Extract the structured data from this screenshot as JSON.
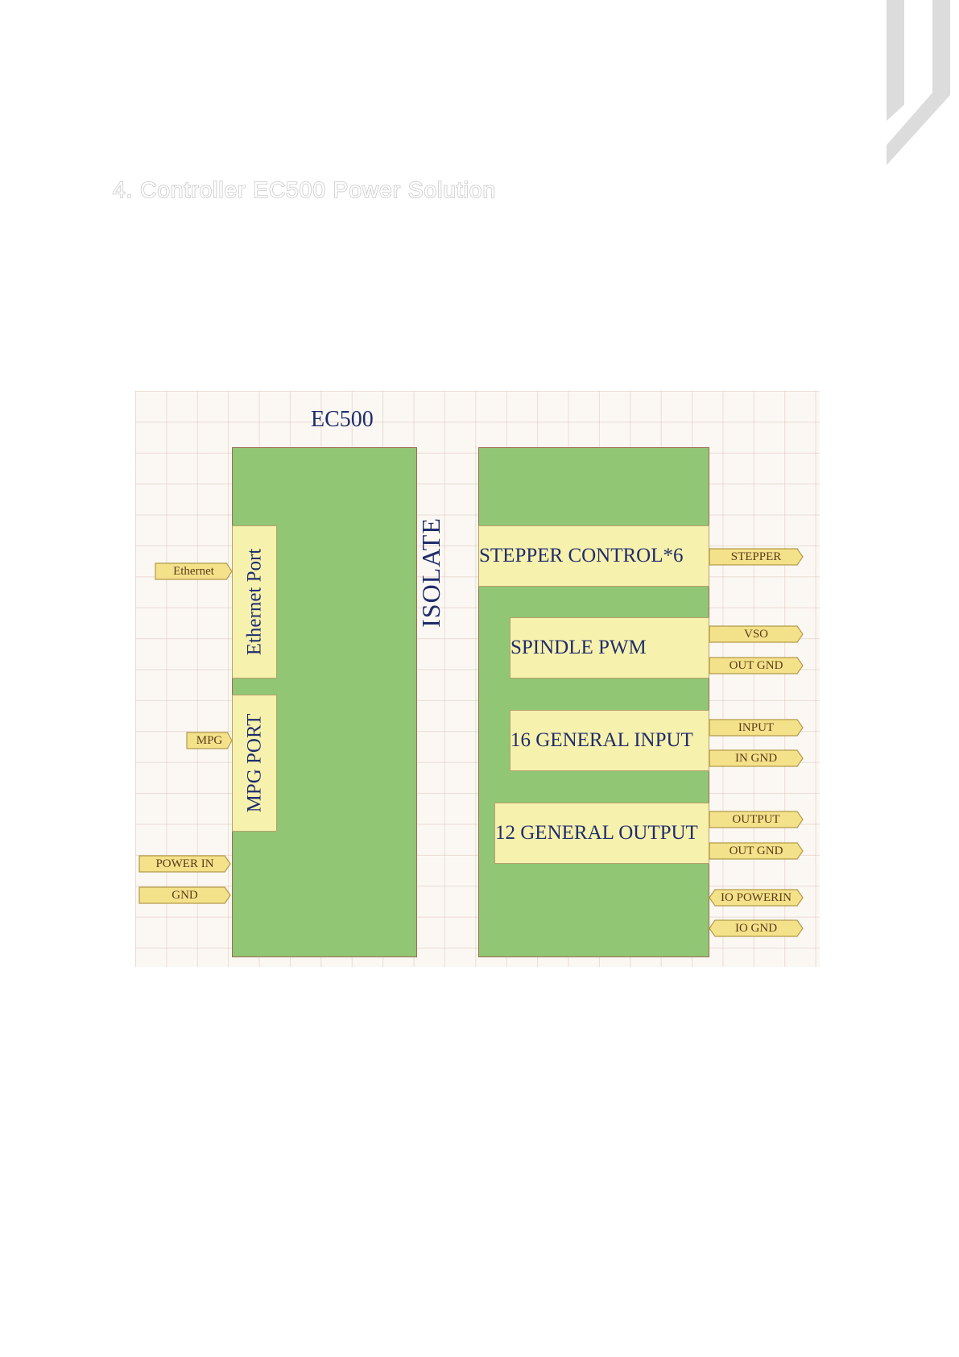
{
  "heading": "4. Controller EC500 Power Solution",
  "diagram": {
    "title": "EC500",
    "isolate": "ISOLATE",
    "left_block": {
      "ethernet_port": "Ethernet Port",
      "mpg_port": "MPG PORT"
    },
    "right_block": {
      "stepper": "STEPPER CONTROL*6",
      "spindle": "SPINDLE PWM",
      "input": "16 GENERAL INPUT",
      "output": "12 GENERAL OUTPUT"
    },
    "left_ports": {
      "ethernet": "Ethernet",
      "mpg": "MPG",
      "power_in": "POWER IN",
      "gnd": "GND"
    },
    "right_ports": {
      "stepper": "STEPPER",
      "vso": "VSO",
      "out_gnd_1": "OUT GND",
      "input": "INPUT",
      "in_gnd": "IN GND",
      "output": "OUTPUT",
      "out_gnd_2": "OUT GND",
      "io_powerin": "IO POWERIN",
      "io_gnd": "IO GND"
    },
    "colors": {
      "block_fill": "#91c675",
      "module_fill": "#f7f1ae",
      "port_fill": "#f4e28a",
      "text": "#1f2d6b"
    }
  }
}
